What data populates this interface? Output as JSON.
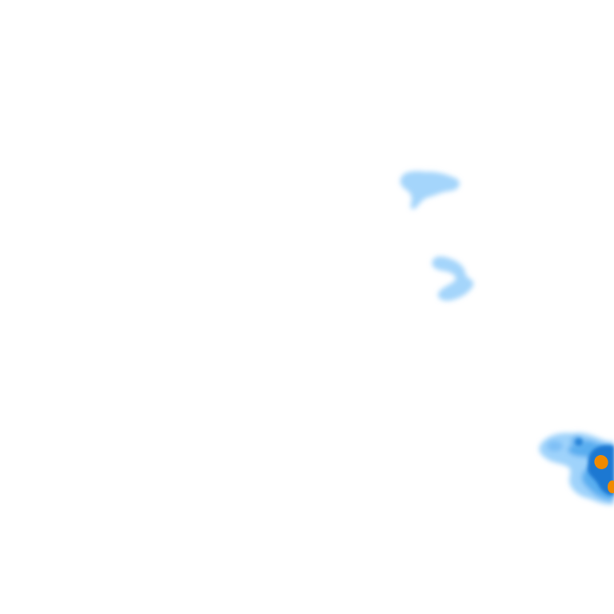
{
  "map": {
    "type": "precipitation-radar-tile",
    "background_color": "#ffffff",
    "intensity_scale": {
      "light": "#9fd3fb",
      "moderate": "#5aaef0",
      "heavy": "#1c78d2",
      "very_heavy": "#f08a00"
    },
    "cells": [
      {
        "id": "cell-north",
        "intensity": "light"
      },
      {
        "id": "cell-center",
        "intensity": "light"
      },
      {
        "id": "cell-southeast",
        "intensity": "very_heavy"
      }
    ]
  }
}
